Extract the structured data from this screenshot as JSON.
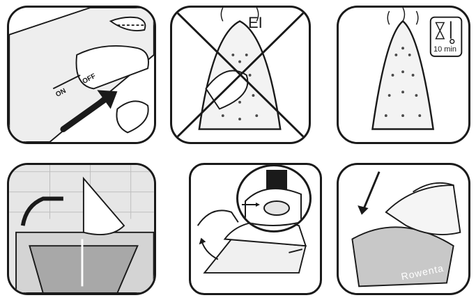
{
  "panels": {
    "step1": {
      "on_label": "ON",
      "off_label": "OFF"
    },
    "step2": {
      "code_label": "EI"
    },
    "step3": {
      "cooling_time": "10 min"
    },
    "step6": {
      "brand": "Rowenta"
    }
  },
  "colors": {
    "outline": "#1a1a1a",
    "light_gray": "#e6e6e6",
    "mid_gray": "#bdbdbd",
    "steam_dots": "#4a4a4a"
  },
  "icons": [
    "hand-symbol-icon",
    "hourglass-icon",
    "thermometer-down-icon",
    "arrow-icon",
    "cross-icon"
  ]
}
